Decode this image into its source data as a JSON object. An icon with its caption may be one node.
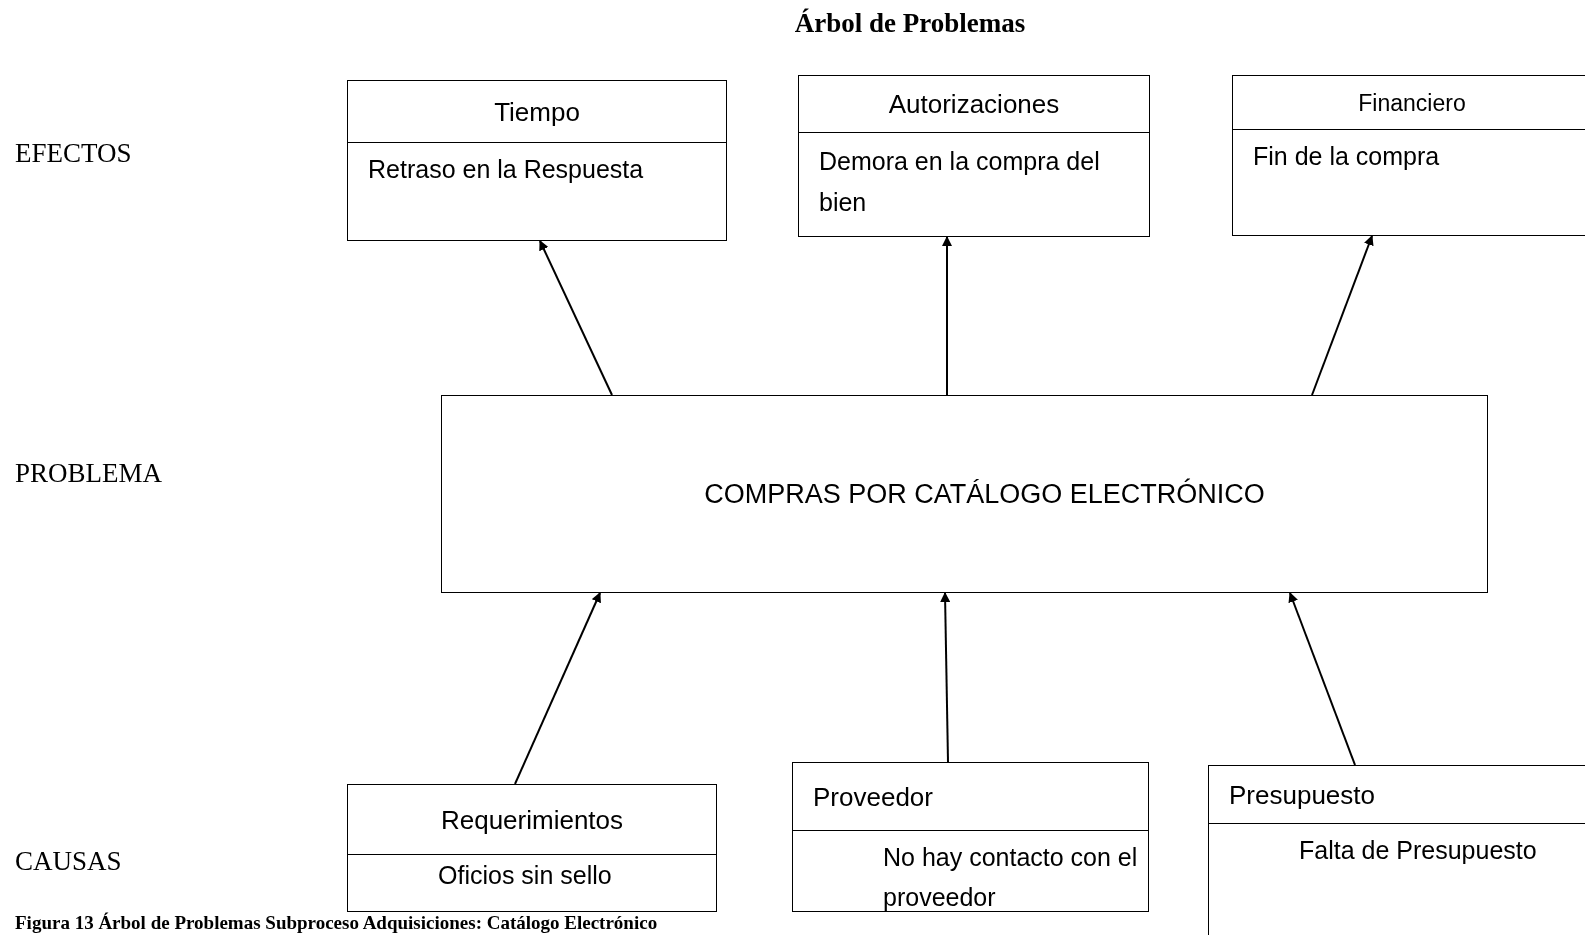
{
  "diagram": {
    "title": "Árbol de Problemas",
    "caption": "Figura 13 Árbol de Problemas Subproceso Adquisiciones: Catálogo Electrónico",
    "nodes": [
      {
        "text": [
          "Tiempo",
          "Retraso en la Respuesta"
        ]
      },
      {
        "text": [
          "Autorizaciones",
          "Demora en la compra del bien"
        ]
      },
      {
        "text": [
          "Financiero",
          "Fin de la compra"
        ]
      },
      {
        "text": [
          "COMPRAS POR CATÁLOGO ELECTRÓNICO"
        ]
      },
      {
        "text": [
          "Requerimientos",
          "Oficios sin sello"
        ]
      },
      {
        "text": [
          "Proveedor",
          "No hay contacto con el proveedor"
        ]
      },
      {
        "text": [
          "Presupuesto",
          "Falta de Presupuesto"
        ]
      }
    ],
    "edges": [
      {
        "from": 3,
        "to": 0,
        "arrow": "to"
      },
      {
        "from": 3,
        "to": 1,
        "arrow": "to"
      },
      {
        "from": 3,
        "to": 2,
        "arrow": "to"
      },
      {
        "from": 4,
        "to": 3,
        "arrow": "to"
      },
      {
        "from": 5,
        "to": 3,
        "arrow": "to"
      },
      {
        "from": 6,
        "to": 3,
        "arrow": "to"
      }
    ],
    "labels": [
      "EFECTOS",
      "PROBLEMA",
      "CAUSAS"
    ]
  }
}
